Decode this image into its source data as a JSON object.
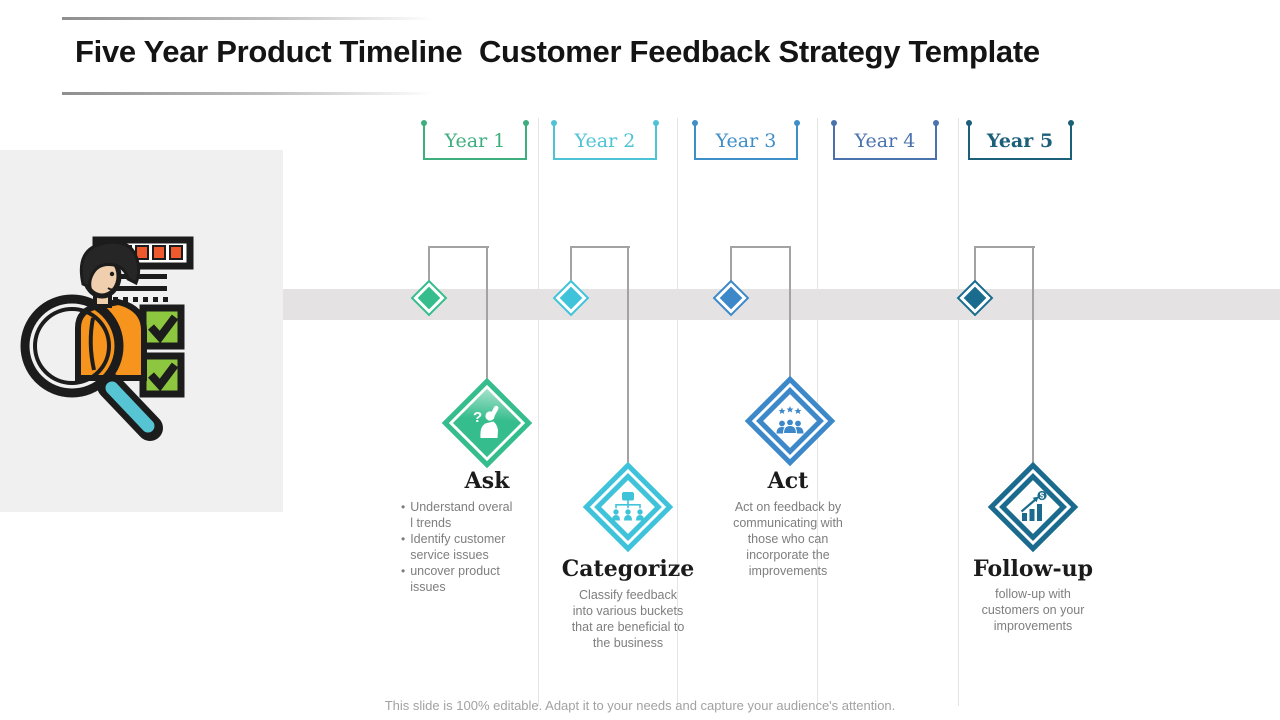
{
  "slide": {
    "title": "Five Year Product Timeline  Customer Feedback Strategy Template",
    "footer": "This slide is 100% editable. Adapt it to your needs and capture your audience's attention."
  },
  "glyphs": {
    "bullet": "•",
    "question_mark": "?",
    "dollar": "$"
  },
  "timeline": {
    "band_color": "#e4e2e3",
    "connector_color": "#a3a3a3",
    "separator_color": "#e4e4e4"
  },
  "years": [
    {
      "label": "Year 1",
      "color": "#3fae7e"
    },
    {
      "label": "Year 2",
      "color": "#4fc3d6"
    },
    {
      "label": "Year 3",
      "color": "#3e8fc7"
    },
    {
      "label": "Year 4",
      "color": "#4a73ae"
    },
    {
      "label": "Year 5",
      "color": "#1b5f79"
    }
  ],
  "milestones": [
    {
      "title": "Ask",
      "icon": "person-question-icon",
      "color": "#35bd8d",
      "bullets": [
        "Understand overal\nl trends",
        "Identify customer\nservice issues",
        "uncover product\nissues"
      ]
    },
    {
      "title": "Categorize",
      "icon": "org-chart-icon",
      "color": "#3fc3da",
      "description": "Classify feedback\ninto various buckets\nthat are beneficial to\nthe business"
    },
    {
      "title": "Act",
      "icon": "team-stars-icon",
      "color": "#3c88c9",
      "description": "Act on feedback by\ncommunicating with\nthose who can\nincorporate the\nimprovements"
    },
    {
      "title": "Follow-up",
      "icon": "growth-chart-coin-icon",
      "color": "#1a6b8e",
      "description": "follow-up with\ncustomers on your\nimprovements"
    }
  ],
  "illustration": {
    "name": "customer-survey-magnifier",
    "shirt_color": "#f7941e",
    "handle_color": "#57c4d4",
    "checkbox_color": "#8dc63f",
    "square_row_color": "#ee5a2d",
    "outline_color": "#1c1c1c"
  }
}
